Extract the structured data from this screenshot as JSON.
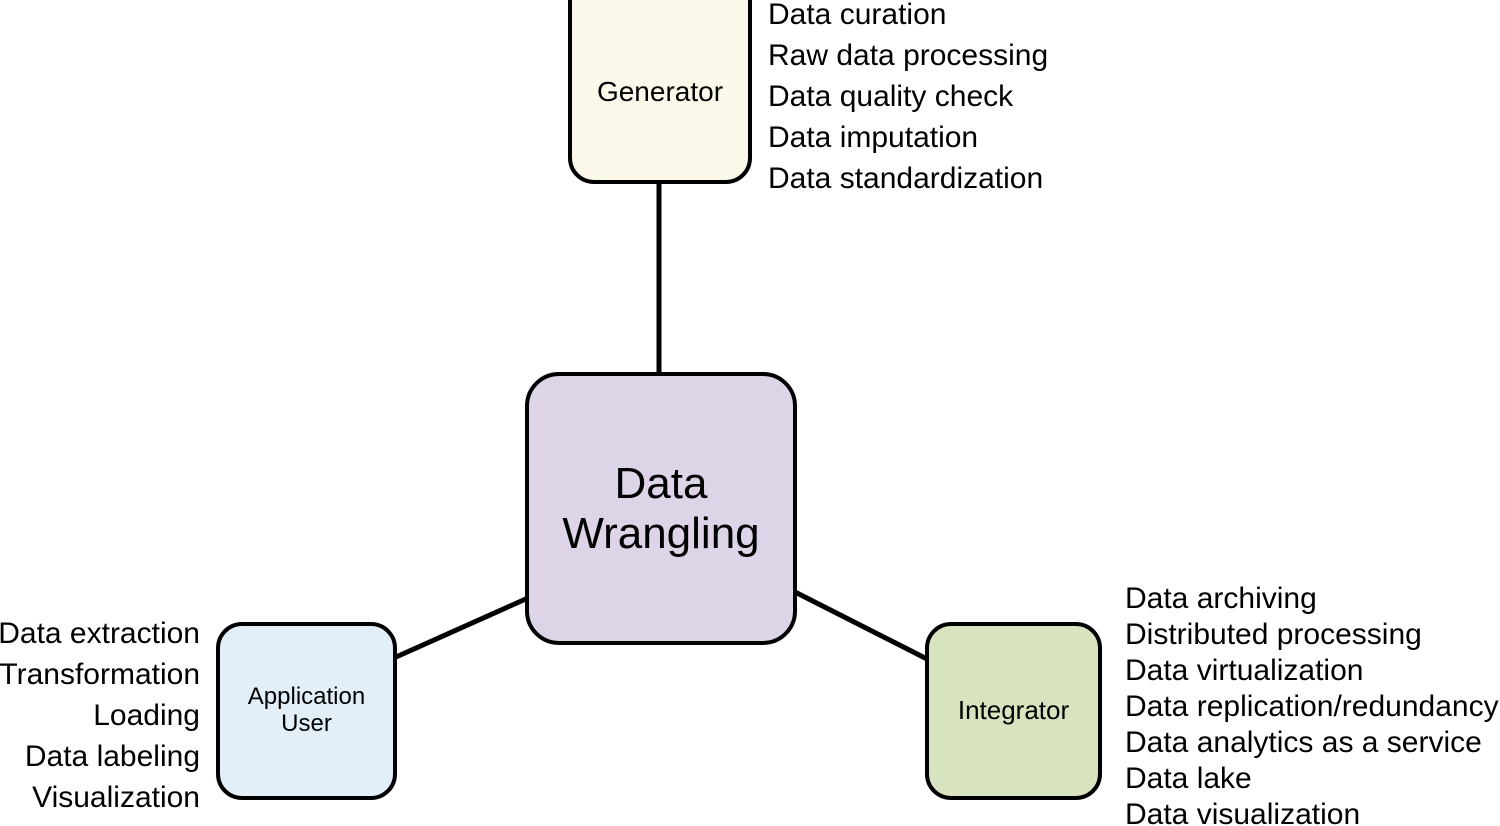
{
  "diagram": {
    "title": "Data Wrangling",
    "center": {
      "label": "Data\nWrangling",
      "color": "#DDD4E8"
    },
    "nodes": [
      {
        "key": "generator",
        "label": "Generator",
        "color": "#FCF9EA",
        "items": [
          "Data curation",
          "Raw data processing",
          "Data quality check",
          "Data imputation",
          "Data standardization"
        ]
      },
      {
        "key": "application_user",
        "label": "Application\nUser",
        "color": "#E2EFF9",
        "items": [
          "Data extraction",
          "Transformation",
          "Loading",
          "Data labeling",
          "Visualization"
        ]
      },
      {
        "key": "integrator",
        "label": "Integrator",
        "color": "#D8E3C0",
        "items": [
          "Data archiving",
          "Distributed processing",
          "Data virtualization",
          "Data replication/redundancy",
          "Data analytics as a service",
          "Data lake",
          "Data visualization"
        ]
      }
    ],
    "edge_color": "#000000",
    "background_color": "#FFFFFF"
  }
}
